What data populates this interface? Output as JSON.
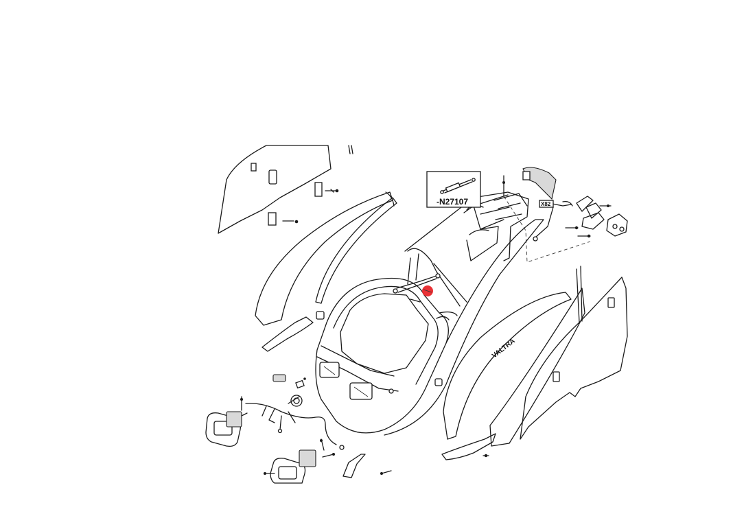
{
  "inset": {
    "part_number": "-N27107"
  },
  "connector": {
    "label": "X82"
  },
  "fender": {
    "brand_text": "VALTRA"
  },
  "highlight": {
    "color": "#e8262a"
  }
}
